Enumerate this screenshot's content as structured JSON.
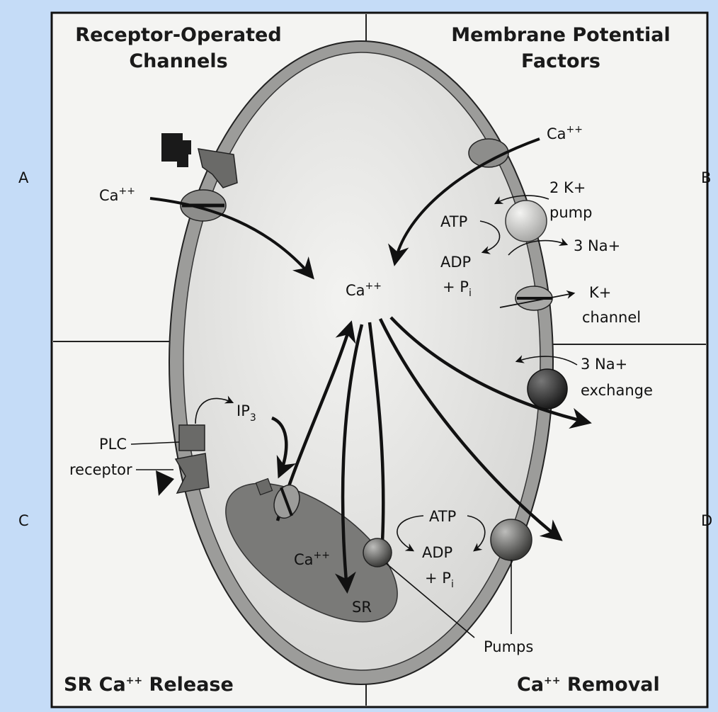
{
  "quadrants": {
    "a_title_line1": "Receptor-Operated",
    "a_title_line2": "Channels",
    "b_title_line1": "Membrane Potential",
    "b_title_line2": "Factors",
    "c_title_text": "SR Ca",
    "c_title_sup": "++",
    "c_title_rest": " Release",
    "d_title_text": "Ca",
    "d_title_sup": "++",
    "d_title_rest": " Removal"
  },
  "side_letters": {
    "a": "A",
    "b": "B",
    "c": "C",
    "d": "D"
  },
  "labels": {
    "ca": "Ca",
    "ca_sup": "++",
    "two_k_pump_1": "2 K+",
    "two_k_pump_2": "pump",
    "atp": "ATP",
    "adp": "ADP",
    "plus_p": "+ P",
    "p_sub": "i",
    "three_na": "3 Na+",
    "k_channel_1": "K+",
    "k_channel_2": "channel",
    "three_na_exch_1": "3 Na+",
    "three_na_exch_2": "exchange",
    "ip": "IP",
    "ip_sub": "3",
    "plc": "PLC",
    "receptor": "receptor",
    "sr": "SR",
    "pumps": "Pumps"
  },
  "colors": {
    "background": "#c5dcf7",
    "panel": "#f4f4f2",
    "cell_membrane": "#9c9c9a",
    "cytoplasm": "#e4e4e2",
    "sr": "#7a7a78",
    "arrow": "#111111"
  }
}
